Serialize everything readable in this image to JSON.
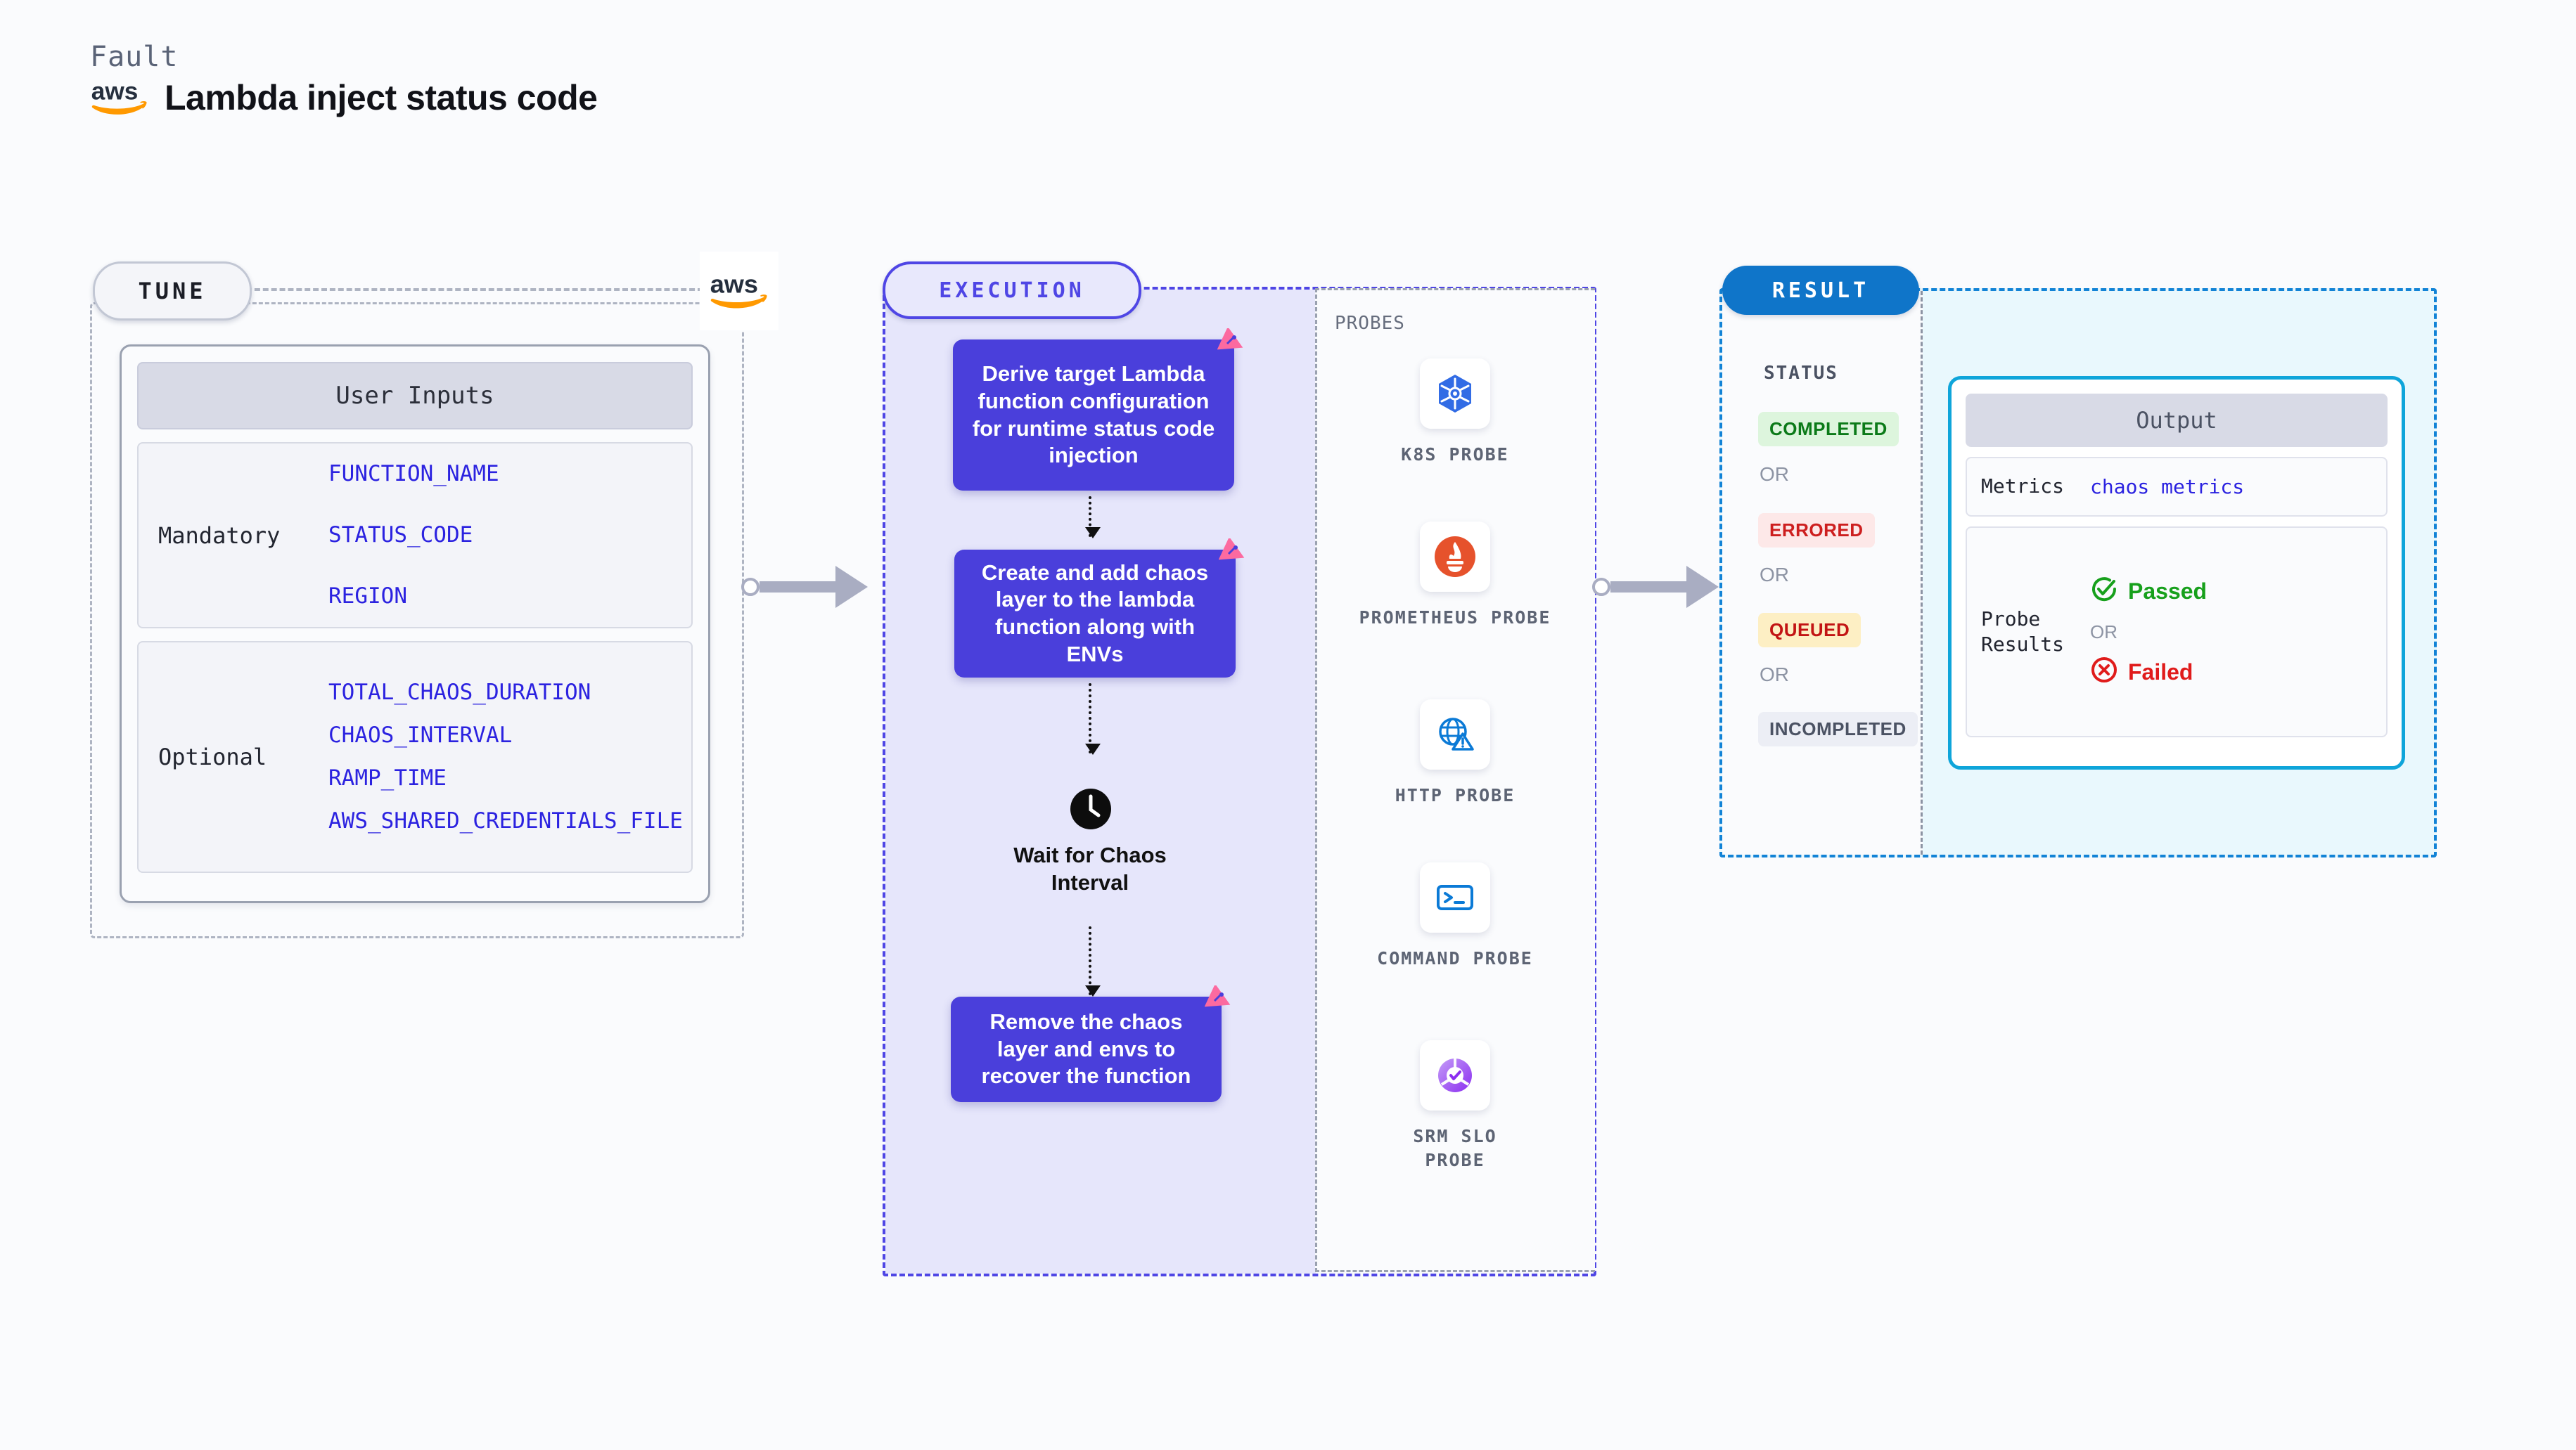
{
  "header": {
    "kicker": "Fault",
    "title": "Lambda inject status code",
    "logo_icon": "aws-logo"
  },
  "tune": {
    "badge": "TUNE",
    "provider_icon": "aws-logo",
    "card_title": "User Inputs",
    "groups": [
      {
        "label": "Mandatory",
        "vars": [
          "FUNCTION_NAME",
          "STATUS_CODE",
          "REGION"
        ]
      },
      {
        "label": "Optional",
        "vars": [
          "TOTAL_CHAOS_DURATION",
          "CHAOS_INTERVAL",
          "RAMP_TIME",
          "AWS_SHARED_CREDENTIALS_FILE"
        ]
      }
    ]
  },
  "execution": {
    "badge": "EXECUTION",
    "nodes": [
      {
        "text": "Derive target Lambda function configuration for runtime status code injection",
        "sticker": "chaos-sticker-icon"
      },
      {
        "text": "Create and add chaos layer to the lambda function along with ENVs",
        "sticker": "chaos-sticker-icon"
      }
    ],
    "wait": {
      "icon": "clock-icon",
      "label": "Wait for Chaos Interval"
    },
    "last_node": {
      "text": "Remove the chaos layer and envs to recover the function",
      "sticker": "chaos-sticker-icon"
    }
  },
  "probes": {
    "title": "PROBES",
    "items": [
      {
        "label": "K8S PROBE",
        "icon": "kubernetes-icon"
      },
      {
        "label": "PROMETHEUS PROBE",
        "icon": "prometheus-icon"
      },
      {
        "label": "HTTP PROBE",
        "icon": "globe-warning-icon"
      },
      {
        "label": "COMMAND PROBE",
        "icon": "terminal-icon"
      },
      {
        "label": "SRM SLO PROBE",
        "icon": "slo-donut-icon"
      }
    ]
  },
  "result": {
    "badge": "RESULT",
    "status_title": "STATUS",
    "or_label": "OR",
    "statuses": [
      {
        "label": "COMPLETED",
        "bg": "#ddf5dd",
        "fg": "#0b7a18"
      },
      {
        "label": "ERRORED",
        "bg": "#fde8e8",
        "fg": "#cd1f1f"
      },
      {
        "label": "QUEUED",
        "bg": "#fdefc4",
        "fg": "#c21414"
      },
      {
        "label": "INCOMPLETED",
        "bg": "#eceef5",
        "fg": "#4b5263"
      }
    ],
    "output": {
      "title": "Output",
      "metrics_key": "Metrics",
      "metrics_value": "chaos metrics",
      "probe_key": "Probe Results",
      "passed": "Passed",
      "failed": "Failed",
      "or_label": "OR",
      "passed_icon": "check-circle-icon",
      "failed_icon": "x-circle-icon"
    }
  },
  "colors": {
    "accent_indigo": "#4f46e5",
    "node_purple": "#4a3fdb",
    "result_blue": "#0f75c9",
    "output_cyan": "#0fa5da",
    "sticker_pink": "#fc6aa0",
    "aws_orange": "#ff9900"
  }
}
